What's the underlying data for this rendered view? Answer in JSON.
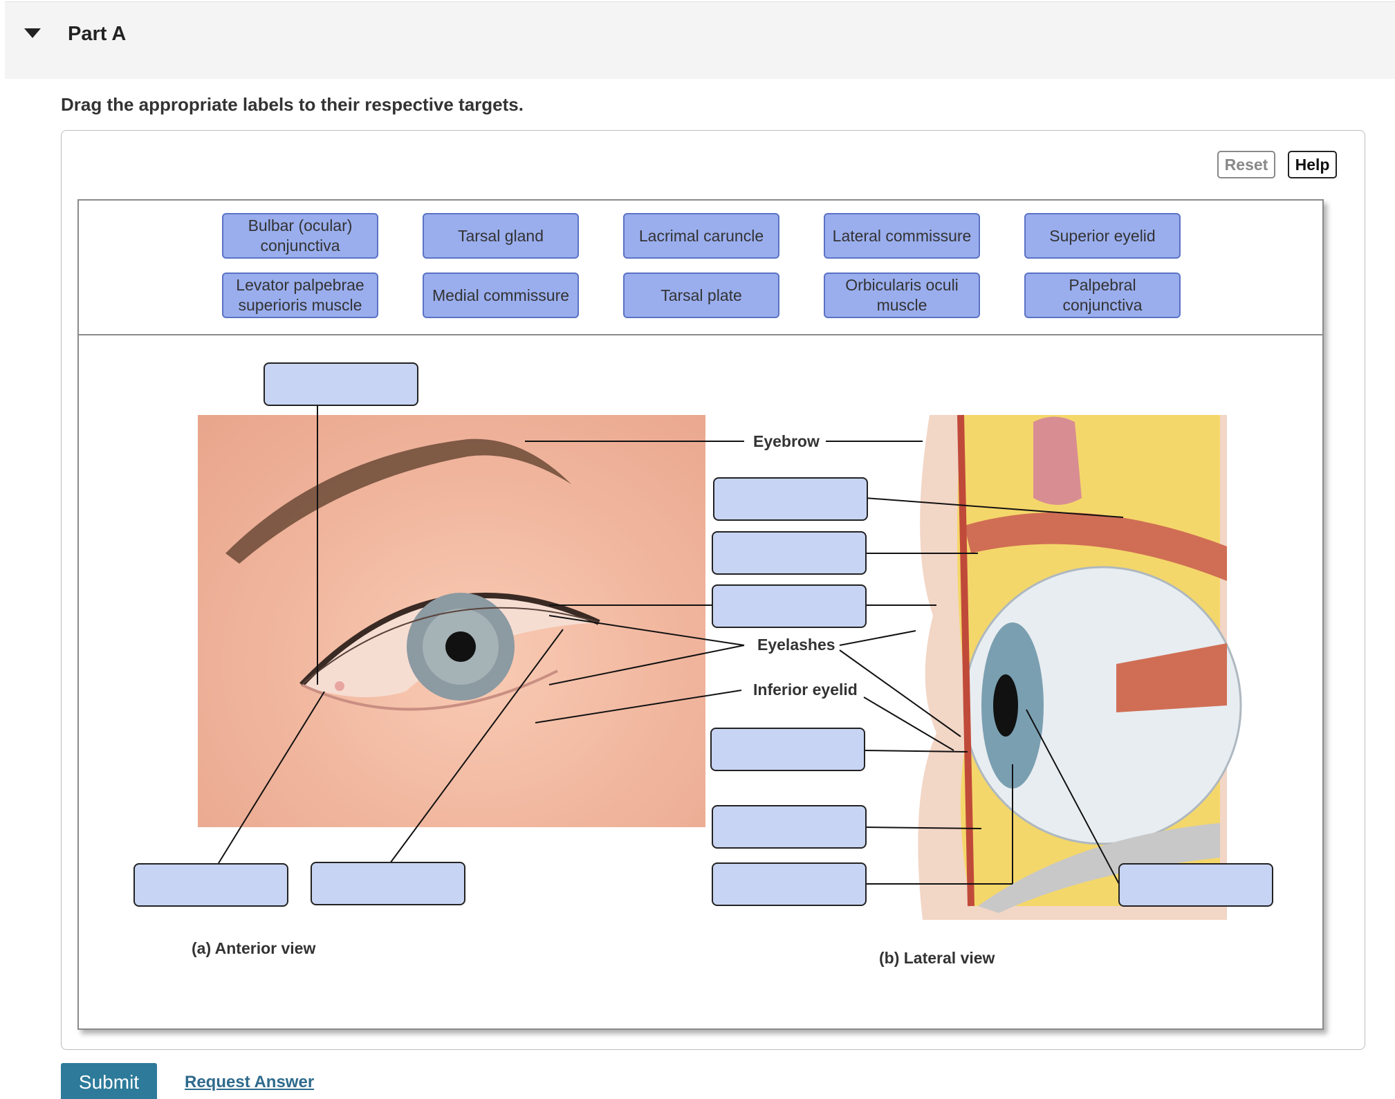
{
  "part": {
    "title": "Part A"
  },
  "instruction": "Drag the appropriate labels to their respective targets.",
  "toolbar": {
    "reset_label": "Reset",
    "help_label": "Help"
  },
  "label_bank": [
    "Bulbar (ocular) conjunctiva",
    "Tarsal gland",
    "Lacrimal caruncle",
    "Lateral commissure",
    "Superior eyelid",
    "Levator palpebrae superioris muscle",
    "Medial commissure",
    "Tarsal plate",
    "Orbicularis oculi muscle",
    "Palpebral conjunctiva"
  ],
  "diagram": {
    "fixed_labels": {
      "eyebrow": "Eyebrow",
      "eyelashes": "Eyelashes",
      "inferior_eyelid": "Inferior eyelid"
    },
    "captions": {
      "anterior": "(a) Anterior view",
      "lateral": "(b) Lateral view"
    }
  },
  "actions": {
    "submit_label": "Submit",
    "request_answer_label": "Request Answer"
  },
  "colors": {
    "chip_fill": "#9aaeee",
    "target_fill": "#c8d4f3",
    "submit_fill": "#2d7a9a",
    "link": "#2f6a8c"
  }
}
